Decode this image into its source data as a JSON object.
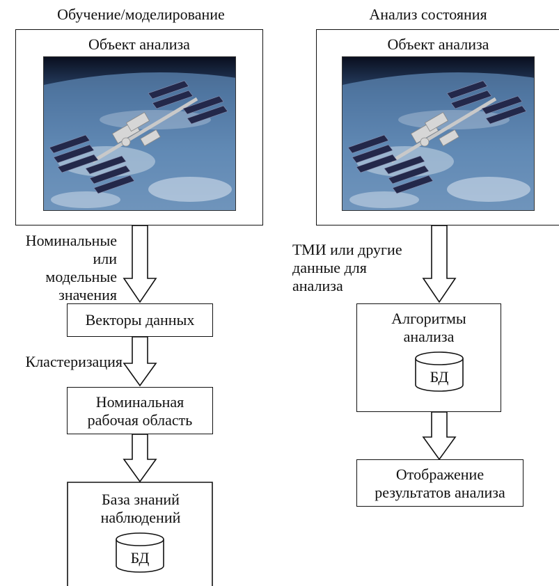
{
  "left": {
    "heading": "Обучение/моделирование",
    "object_title": "Объект анализа",
    "input_label": "Номинальные\nили\nмодельные\nзначения",
    "vectors": "Векторы данных",
    "clustering": "Кластеризация",
    "nominal_area": "Номинальная\nрабочая область",
    "knowledge_base": "База знаний\nнаблюдений",
    "db": "БД"
  },
  "right": {
    "heading": "Анализ состояния",
    "object_title": "Объект анализа",
    "input_label": "ТМИ или другие\nданные для\nанализа",
    "algorithms": "Алгоритмы\nанализа",
    "db": "БД",
    "results": "Отображение\nрезультатов анализа"
  },
  "colors": {
    "line": "#111111",
    "panel_dark": "#2a2f4a",
    "earth": "#4f78a3"
  }
}
